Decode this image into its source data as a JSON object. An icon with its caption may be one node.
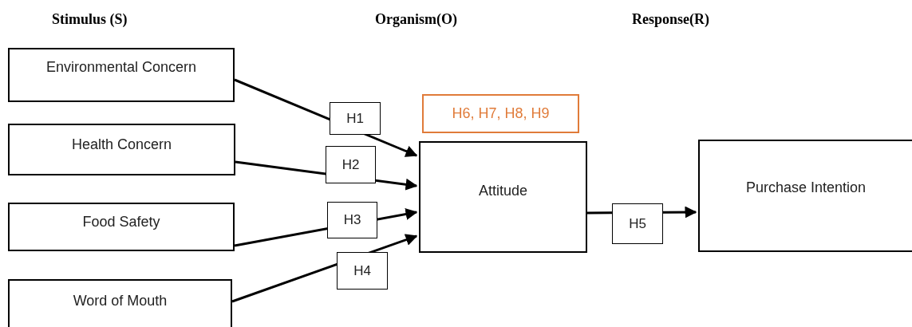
{
  "diagram": {
    "nodes": [
      {
        "text": [
          "Environmental Concern"
        ]
      },
      {
        "text": [
          "Health Concern"
        ]
      },
      {
        "text": [
          "Food Safety"
        ]
      },
      {
        "text": [
          "Word of Mouth"
        ]
      },
      {
        "text": [
          "Attitude"
        ]
      },
      {
        "text": [
          "Purchase Intention"
        ]
      },
      {
        "text": [
          "H6, H7, H8, H9"
        ]
      }
    ],
    "edges": [
      {
        "from": 0,
        "to": 4,
        "arrow": "to",
        "label": "H1"
      },
      {
        "from": 1,
        "to": 4,
        "arrow": "to",
        "label": "H2"
      },
      {
        "from": 2,
        "to": 4,
        "arrow": "to",
        "label": "H3"
      },
      {
        "from": 3,
        "to": 4,
        "arrow": "to",
        "label": "H4"
      },
      {
        "from": 4,
        "to": 5,
        "arrow": "to",
        "label": "H5"
      }
    ],
    "labels": [
      "Stimulus (S)",
      "Organism(O)",
      "Response(R)"
    ]
  }
}
